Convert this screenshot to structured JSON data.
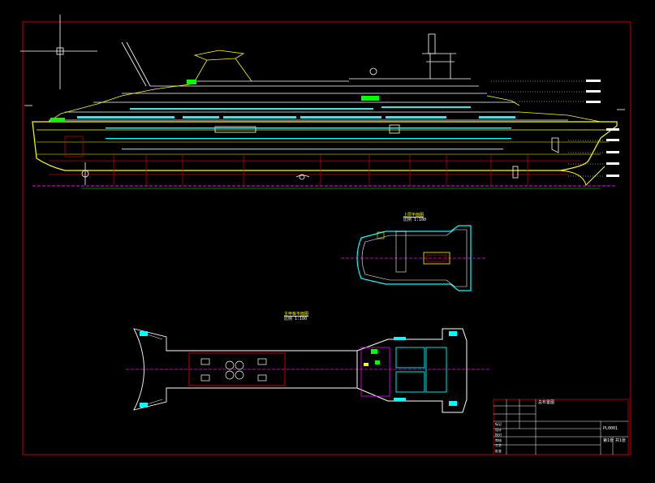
{
  "drawing": {
    "background": "#000000",
    "frame_color": "#cc0000",
    "hull_color": "#ffff00",
    "cabin_color": "#00ffff",
    "structure_color": "#ffffff",
    "centerline_color": "#ff00ff",
    "accent_green": "#00ff00"
  },
  "views": {
    "upper_plan": {
      "title": "上层平面图",
      "scale": "比例 1:100"
    },
    "lower_plan": {
      "title": "主甲板平面图",
      "scale": "比例 1:100"
    }
  },
  "title_block": {
    "rows": [
      "标记",
      "设计",
      "校对",
      "审核",
      "工艺",
      "批准"
    ],
    "project": "总布置图",
    "doc_no": "PL0001",
    "sheet": "第1张",
    "total": "共1张"
  },
  "icons": [
    "ucs-crosshair-icon"
  ]
}
